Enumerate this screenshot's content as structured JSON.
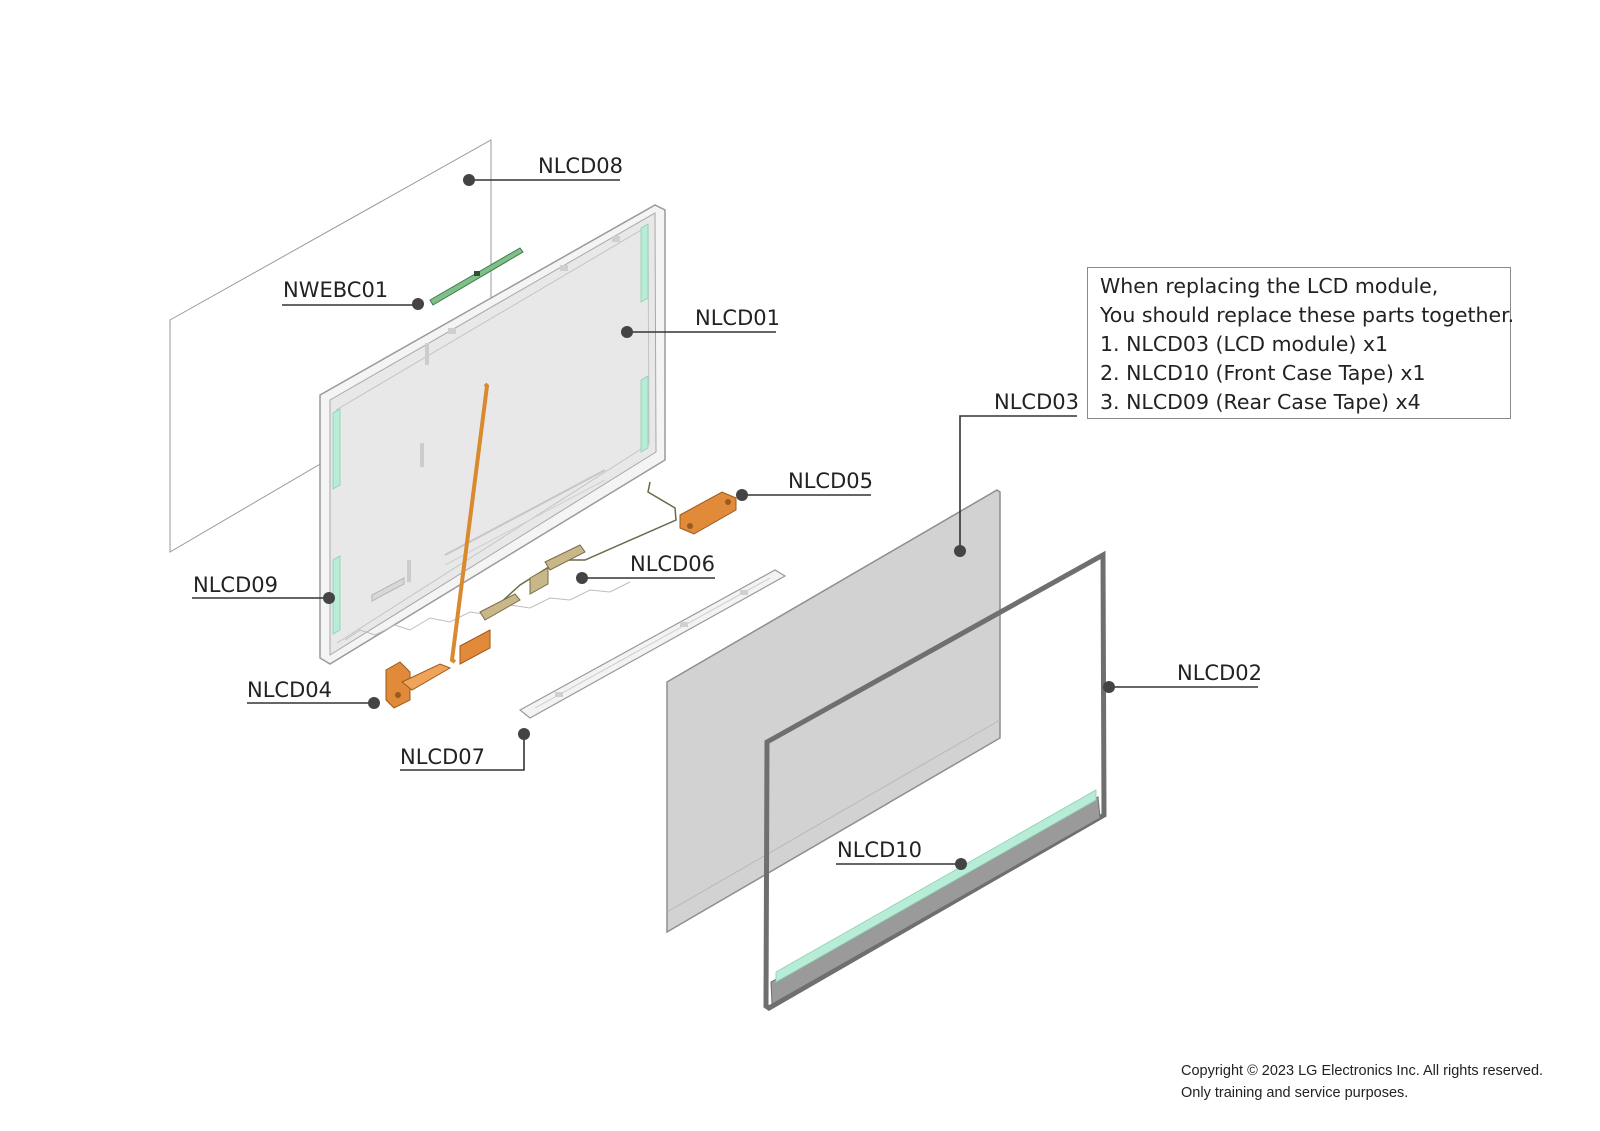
{
  "parts": {
    "nlcd08": "NLCD08",
    "nwebc01": "NWEBC01",
    "nlcd01": "NLCD01",
    "nlcd03": "NLCD03",
    "nlcd05": "NLCD05",
    "nlcd06": "NLCD06",
    "nlcd09": "NLCD09",
    "nlcd04": "NLCD04",
    "nlcd07": "NLCD07",
    "nlcd02": "NLCD02",
    "nlcd10": "NLCD10"
  },
  "note": {
    "lines": [
      "When replacing the LCD module,",
      "You should replace these parts together.",
      "1. NLCD03 (LCD module) x1",
      "2. NLCD10 (Front Case Tape) x1",
      "3. NLCD09 (Rear Case Tape) x4"
    ]
  },
  "copyright": {
    "line1": "Copyright © 2023 LG Electronics Inc. All rights reserved.",
    "line2": "Only training and service purposes."
  },
  "colors": {
    "tape": "#b7ecd6",
    "hinge": "#e08a3a",
    "fpc": "#d98a2e",
    "webcam": "#7fc08a",
    "panel": "#d2d2d2",
    "rear_case": "#e8e8e8",
    "bezel": "#6f6f6f"
  }
}
